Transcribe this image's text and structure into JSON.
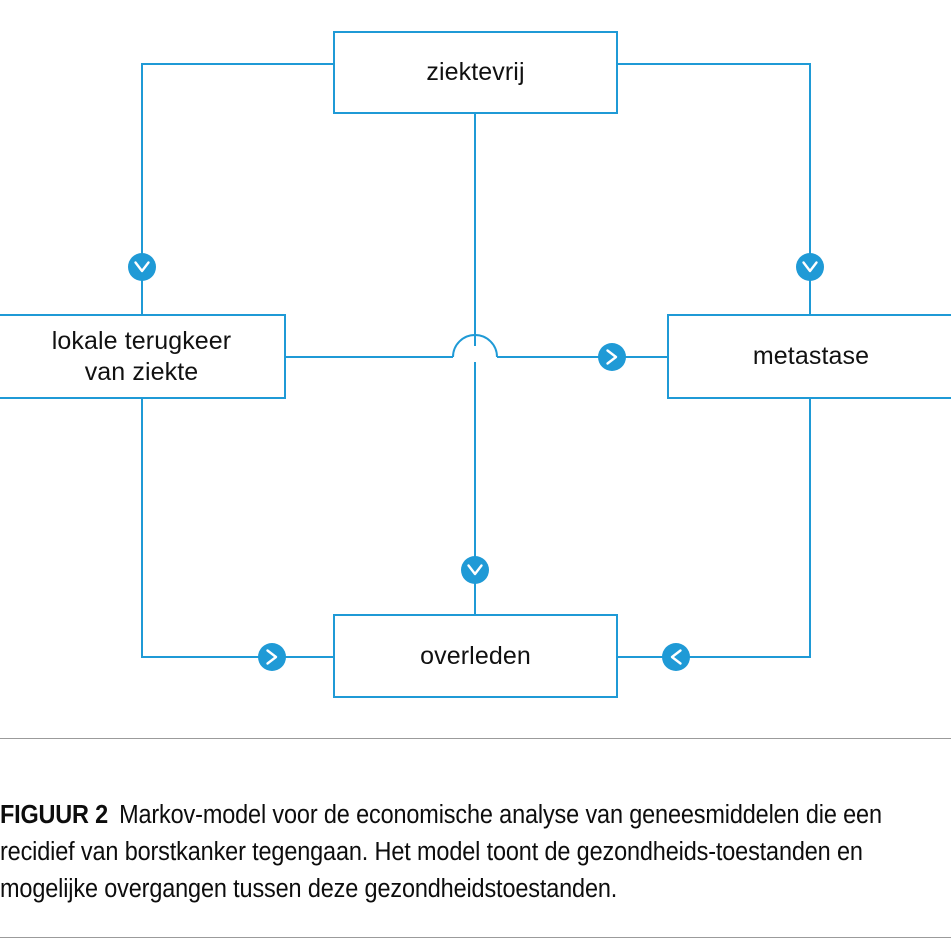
{
  "figure": {
    "accent_color": "#1f9ad6",
    "rule_color": "#9b9b9b",
    "text_color": "#0d0d0d",
    "diagram": {
      "type": "markov-state-transition-diagram",
      "nodes": [
        {
          "id": "ziektevrij",
          "label": "ziektevrij"
        },
        {
          "id": "lokale-terugkeer",
          "label": "lokale terugkeer\nvan ziekte"
        },
        {
          "id": "metastase",
          "label": "metastase"
        },
        {
          "id": "overleden",
          "label": "overleden"
        }
      ],
      "transitions": [
        {
          "from": "ziektevrij",
          "to": "lokale-terugkeer",
          "marker": "chevron-down"
        },
        {
          "from": "ziektevrij",
          "to": "metastase",
          "marker": "chevron-down"
        },
        {
          "from": "ziektevrij",
          "to": "overleden",
          "marker": "chevron-down"
        },
        {
          "from": "lokale-terugkeer",
          "to": "metastase",
          "marker": "chevron-right"
        },
        {
          "from": "lokale-terugkeer",
          "to": "overleden",
          "marker": "chevron-right"
        },
        {
          "from": "metastase",
          "to": "overleden",
          "marker": "chevron-left"
        }
      ]
    },
    "caption": {
      "label": "FIGUUR 2",
      "body": "Markov-model voor de economische analyse van geneesmiddelen die een recidief van borstkanker tegengaan. Het model toont de gezondheids-toestanden en mogelijke overgangen tussen deze gezondheidstoestanden."
    }
  }
}
